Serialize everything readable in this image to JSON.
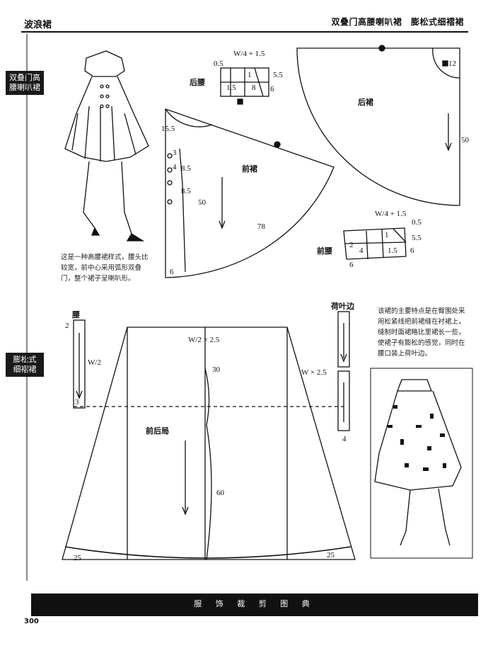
{
  "header": {
    "left_title": "波浪裙",
    "right_title": "双叠门高腰喇叭裙　膨松式细褶裙"
  },
  "side_tags": {
    "top": [
      "双叠门高",
      "腰喇叭裙"
    ],
    "bottom": [
      "膨松式",
      "细褶裙"
    ]
  },
  "captions": {
    "left": "这是一种高腰裙样式，腰头比较宽，前中心采用弧形双叠门，整个裙子呈喇叭形。",
    "right": "该裙的主要特点是在臀围处采用松紧线把前裙缝在衬裙上，缝制时面裙略比里裙长一些，使裙子有膨松的感觉，同时在腰口装上荷叶边。"
  },
  "back_waist": {
    "title": "后腰",
    "formula": "W/4 + 1.5",
    "measures": [
      "0.5",
      "5.5",
      "1.5",
      "8",
      "6",
      "1"
    ]
  },
  "back_skirt": {
    "title": "后裙",
    "measures": [
      "12",
      "50"
    ]
  },
  "front_skirt": {
    "title": "前裙",
    "measures": [
      "15.5",
      "3",
      "4",
      "8.5",
      "8.5",
      "50",
      "78",
      "6"
    ]
  },
  "front_waist": {
    "title": "前腰",
    "formula": "W/4 + 1.5",
    "measures": [
      "0.5",
      "5.5",
      "2",
      "4",
      "1",
      "6",
      "6",
      "1.5"
    ]
  },
  "waistband": {
    "title": "腰",
    "formula": "W/2",
    "measures": [
      "2",
      "3"
    ]
  },
  "ruffle": {
    "title": "荷叶边",
    "formula": "W × 2.5",
    "measures": [
      "4"
    ]
  },
  "main_skirt": {
    "title": "前后局",
    "formula": "W/2 × 2.5",
    "measures": [
      "30",
      "60",
      "25",
      "25"
    ]
  },
  "footer": {
    "band_text": "服 饰 裁 剪 图 典",
    "page_number": "300"
  }
}
